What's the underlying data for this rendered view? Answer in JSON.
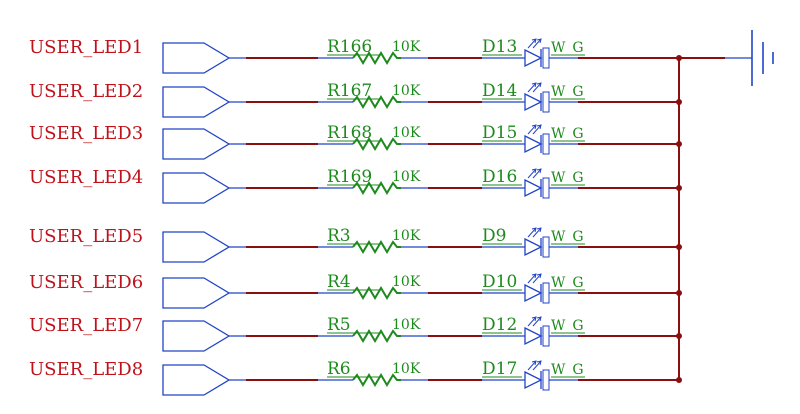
{
  "diagram": {
    "colors": {
      "port": "#2244c8",
      "wire": "#8b0f0f",
      "net_label": "#c0111a",
      "designator": "#1e8a1e",
      "led": "#2244c8",
      "resistor": "#1e8a1e"
    },
    "rows": [
      {
        "net": "USER_LED1",
        "resistor": "R166",
        "resistor_value": "10K",
        "led": "D13",
        "led_value": "W_G"
      },
      {
        "net": "USER_LED2",
        "resistor": "R167",
        "resistor_value": "10K",
        "led": "D14",
        "led_value": "W_G"
      },
      {
        "net": "USER_LED3",
        "resistor": "R168",
        "resistor_value": "10K",
        "led": "D15",
        "led_value": "W_G"
      },
      {
        "net": "USER_LED4",
        "resistor": "R169",
        "resistor_value": "10K",
        "led": "D16",
        "led_value": "W_G"
      },
      {
        "net": "USER_LED5",
        "resistor": "R3",
        "resistor_value": "10K",
        "led": "D9",
        "led_value": "W_G"
      },
      {
        "net": "USER_LED6",
        "resistor": "R4",
        "resistor_value": "10K",
        "led": "D10",
        "led_value": "W_G"
      },
      {
        "net": "USER_LED7",
        "resistor": "R5",
        "resistor_value": "10K",
        "led": "D12",
        "led_value": "W_G"
      },
      {
        "net": "USER_LED8",
        "resistor": "R6",
        "resistor_value": "10K",
        "led": "D17",
        "led_value": "W_G"
      }
    ],
    "ground_symbol": "ground-icon"
  }
}
